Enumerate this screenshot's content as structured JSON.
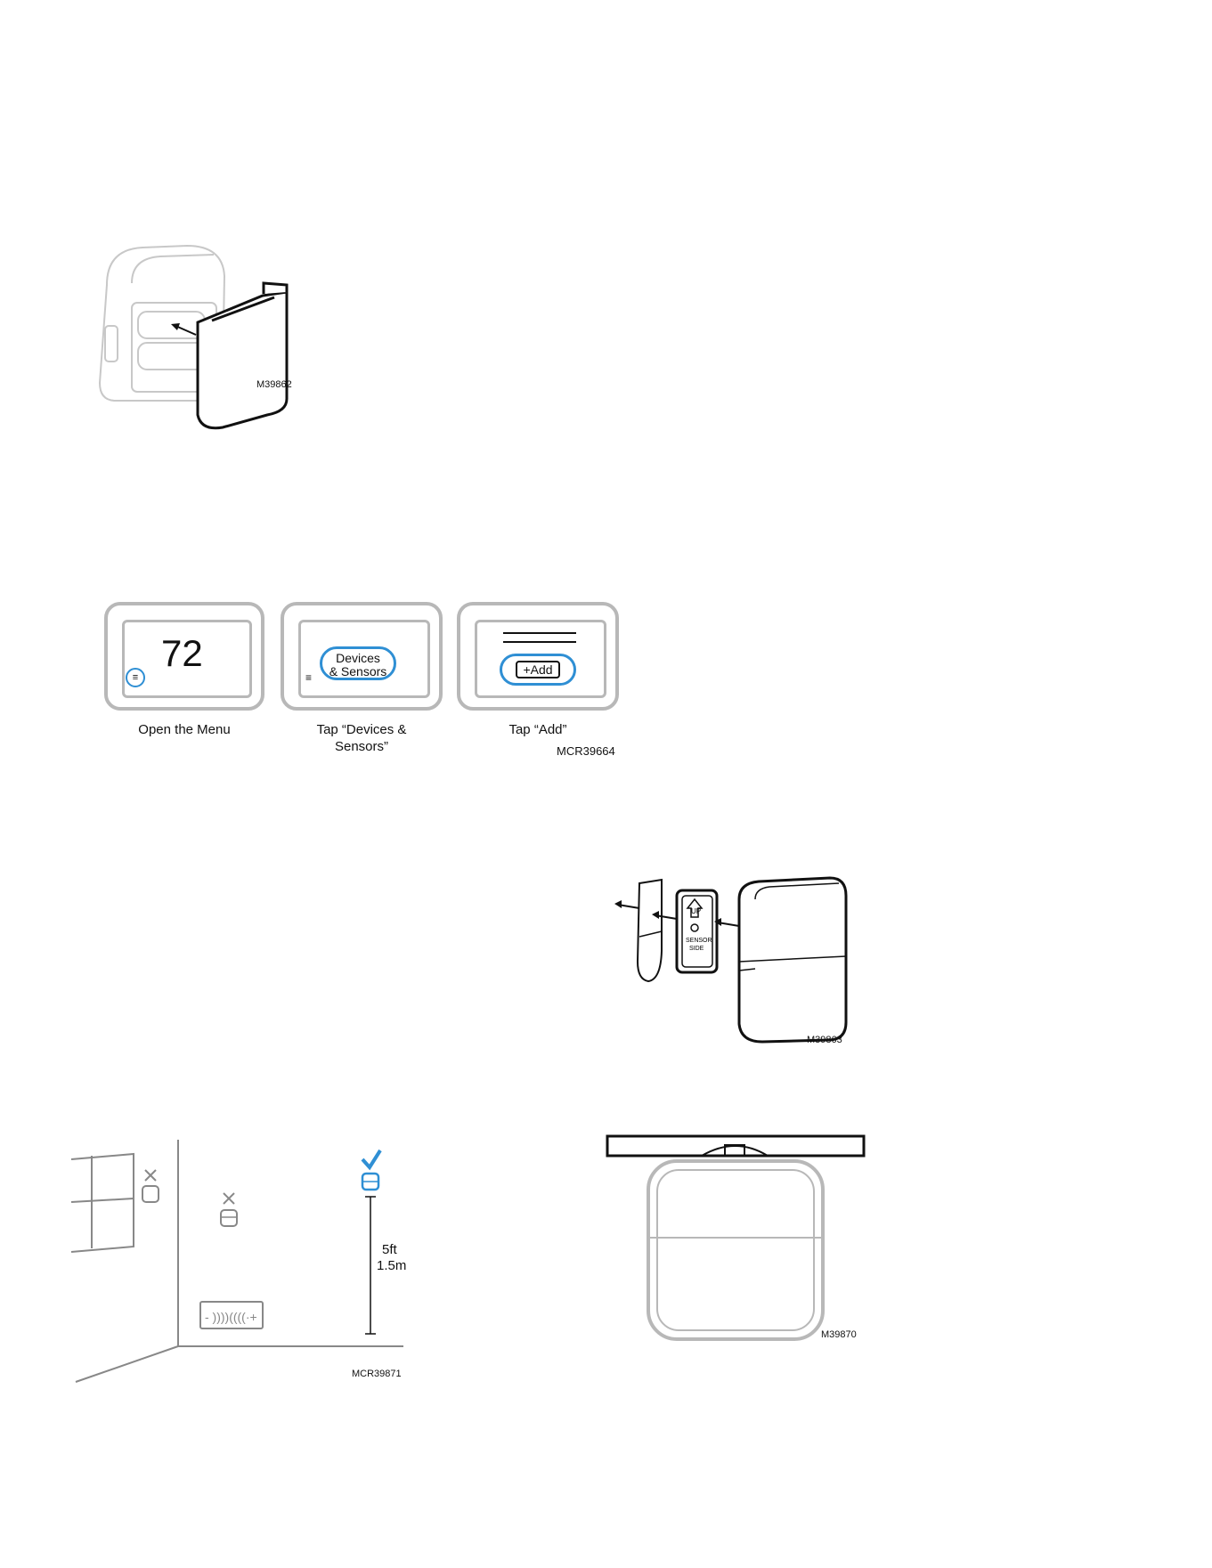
{
  "figures": {
    "battery_cover": {
      "code": "M39862"
    },
    "menu_steps": {
      "code": "MCR39664",
      "screen1_temp": "72",
      "screen2_button": [
        "Devices",
        "& Sensors"
      ],
      "screen3_button": "+Add",
      "captions": [
        "Open the Menu",
        "Tap “Devices &",
        "Sensors”",
        "Tap “Add”"
      ]
    },
    "sensor_tab": {
      "code": "M39863",
      "tab_label_up": "UP",
      "tab_label_side": [
        "SENSOR",
        "SIDE"
      ]
    },
    "placement": {
      "code": "MCR39871",
      "height_ft": "5ft",
      "height_m": "1.5m",
      "accent_color": "#2f8fd4"
    },
    "mounted_sensor": {
      "code": "M39870"
    }
  },
  "icons": [
    "check-icon",
    "x-mark-icon",
    "menu-icon",
    "arrow-icon"
  ]
}
